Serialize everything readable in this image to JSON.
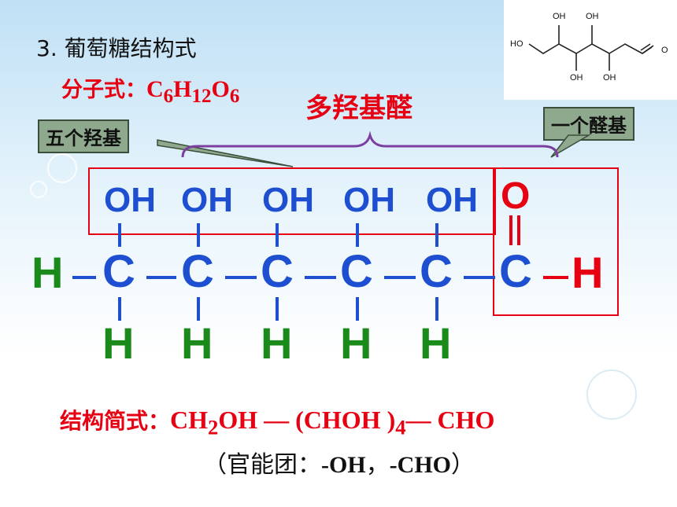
{
  "title": "3. 葡萄糖结构式",
  "molecular_formula": {
    "label": "分子式：",
    "c": "C",
    "c_sub": "6",
    "h": "H",
    "h_sub": "12",
    "o": "O",
    "o_sub": "6"
  },
  "polyhydroxy_aldehyde": "多羟基醛",
  "callouts": {
    "five_hydroxyls": "五个羟基",
    "one_aldehyde": "一个醛基"
  },
  "atoms": {
    "oh": [
      "OH",
      "OH",
      "OH",
      "OH",
      "OH"
    ],
    "c": [
      "C",
      "C",
      "C",
      "C",
      "C",
      "C"
    ],
    "h_bottom": [
      "H",
      "H",
      "H",
      "H",
      "H"
    ],
    "h_left": "H",
    "h_right": "H",
    "o_top": "O"
  },
  "structural_formula": {
    "label": "结构简式：",
    "part1": "CH",
    "sub1": "2",
    "part2": "OH",
    "dash1": "—",
    "part3": "(CHOH )",
    "sub2": "4",
    "dash2": "—",
    "part4": "CHO"
  },
  "functional_groups": {
    "open": "（官能团：",
    "g1": "-OH",
    "comma": "，",
    "g2": "-CHO",
    "close": "）"
  },
  "skeleton_labels": {
    "top": [
      "OH",
      "OH"
    ],
    "bottom": [
      "OH",
      "OH"
    ],
    "left": "HO",
    "right": "O"
  },
  "colors": {
    "red": "#e60012",
    "blue": "#1f4fd1",
    "green": "#1a8a1a",
    "purple": "#7b3fa0",
    "callout_bg": "#8fa98f"
  }
}
